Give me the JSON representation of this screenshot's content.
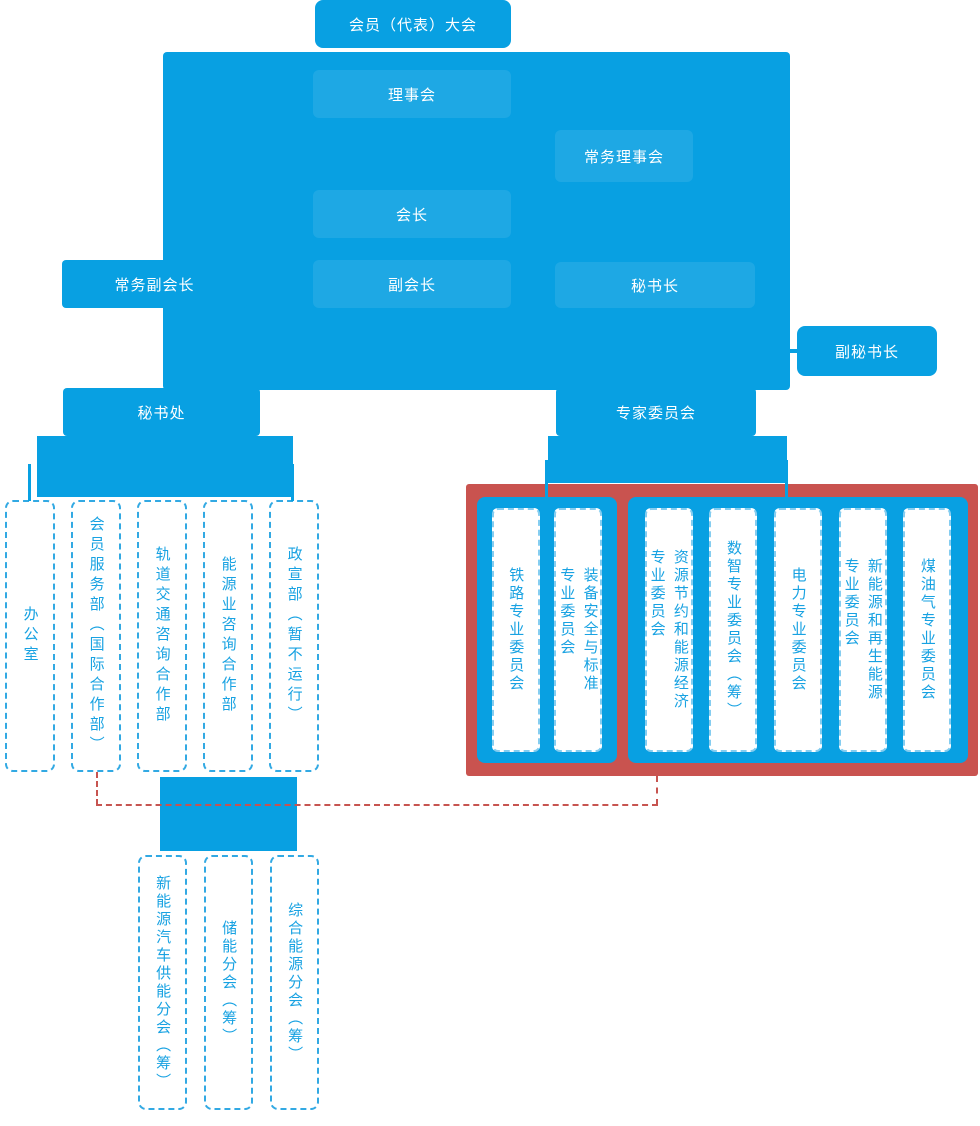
{
  "palette": {
    "blue": "#08a0e2",
    "inner_box_highlight": "rgba(255,255,255,0.09)",
    "dashed_border_blue": "#32a9e3",
    "node_text_blue": "#18a2e2",
    "red_frame": "#c9534f",
    "red_dashed_line": "#c75450",
    "white": "#ffffff"
  },
  "org": {
    "assembly": "会员（代表）大会",
    "council": "理事会",
    "standing_council": "常务理事会",
    "president": "会长",
    "executive_vice_president": "常务副会长",
    "vice_president": "副会长",
    "secretary_general": "秘书长",
    "deputy_secretary_general": "副秘书长",
    "secretariat": "秘书处",
    "expert_committee": "专家委员会",
    "departments": [
      "办公室",
      "会员服务部（国际合作部）",
      "轨道交通咨询合作部",
      "能源业咨询合作部",
      "政宣部（暂不运行）"
    ],
    "special_committees_group_1": [
      "铁路专业委员会",
      "装备安全与标准\n专业委员会"
    ],
    "special_committees_group_2": [
      "资源节约和能源经济\n专业委员会",
      "数智专业委员会（筹）",
      "电力专业委员会",
      "新能源和再生能源\n专业委员会",
      "煤油气专业委员会"
    ],
    "branches": [
      "新能源汽车供能分会（筹）",
      "储能分会（筹）",
      "综合能源分会（筹）"
    ]
  }
}
